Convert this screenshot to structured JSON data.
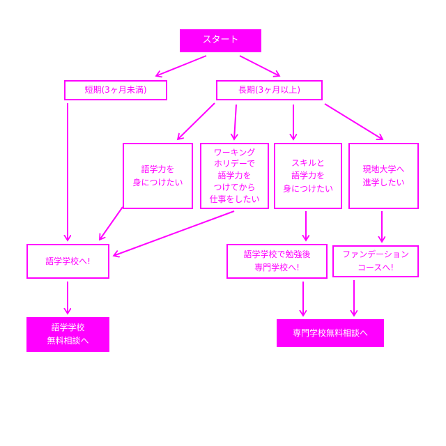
{
  "colors": {
    "accent": "#ff00ff",
    "background": "#ffffff",
    "text_on_fill": "#ffffff"
  },
  "flowchart": {
    "nodes": {
      "start": {
        "label": "スタート"
      },
      "short_term": {
        "label": "短期(3ヶ月未満)"
      },
      "long_term": {
        "label": "長期(3ヶ月以上)"
      },
      "gain_language": {
        "label": "語学力を\n身につけたい"
      },
      "working_holiday": {
        "label": "ワーキング\nホリデーで\n語学力を\nつけてから\n仕事をしたい"
      },
      "skill_language": {
        "label": "スキルと\n語学力を\n身につけたい"
      },
      "local_university": {
        "label": "現地大学へ\n進学したい"
      },
      "language_school": {
        "label": "語学学校へ!"
      },
      "vocational_after_language": {
        "label": "語学学校で勉強後\n専門学校へ!"
      },
      "foundation_course": {
        "label": "ファンデーション\nコースへ!"
      },
      "language_school_consult": {
        "label": "語学学校\n無料相談へ"
      },
      "vocational_school_consult": {
        "label": "専門学校無料相談へ"
      }
    },
    "edges": [
      "start->short_term",
      "start->long_term",
      "long_term->gain_language",
      "long_term->working_holiday",
      "long_term->skill_language",
      "long_term->local_university",
      "short_term->language_school",
      "gain_language->language_school",
      "working_holiday->language_school",
      "skill_language->vocational_after_language",
      "local_university->foundation_course",
      "language_school->language_school_consult",
      "vocational_after_language->vocational_school_consult",
      "foundation_course->vocational_school_consult"
    ]
  }
}
